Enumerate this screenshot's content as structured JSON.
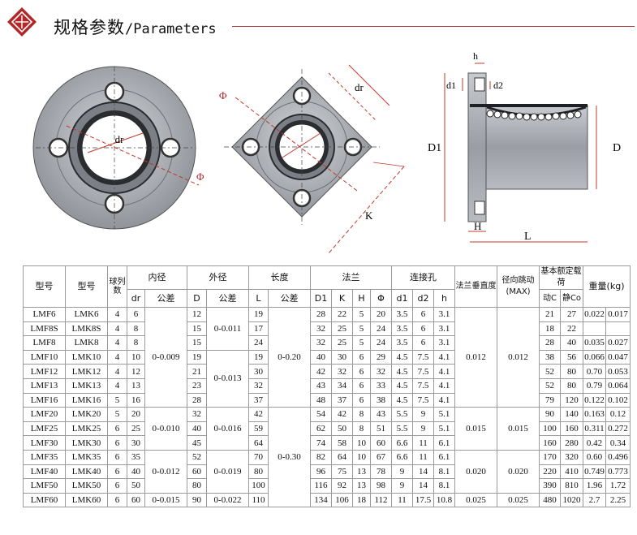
{
  "header": {
    "title_cn": "规格参数",
    "title_en": "/Parameters"
  },
  "diagram_labels": {
    "round": {
      "dr": "dr",
      "phi": "Φ"
    },
    "square": {
      "phi": "Φ",
      "dr": "dr",
      "k": "K"
    },
    "side": {
      "h": "h",
      "d1": "d1",
      "d2": "d2",
      "D1": "D1",
      "D": "D",
      "H": "H",
      "L": "L"
    }
  },
  "table": {
    "header_row1": {
      "model1": "型号",
      "model2": "型号",
      "balls": "球列数",
      "inner": "内径",
      "outer": "外径",
      "length": "长度",
      "flange": "法兰",
      "holes": "连接孔",
      "perp": "法兰垂直度",
      "runout": "径向跳动(MAX)",
      "load": "基本额定载荷",
      "weight": "重量(kg)"
    },
    "header_row2": {
      "dr": "dr",
      "dr_tol": "公差",
      "D": "D",
      "D_tol": "公差",
      "L": "L",
      "L_tol": "公差",
      "D1": "D1",
      "K": "K",
      "H": "H",
      "phi": "Φ",
      "d1": "d1",
      "d2": "d2",
      "h": "h",
      "dyn": "动C",
      "stat": "静Co"
    },
    "rows": [
      {
        "lmf": "LMF6",
        "lmk": "LMK6",
        "n": "4",
        "dr": "6",
        "D": "12",
        "L": "19",
        "D1": "28",
        "K": "22",
        "H": "5",
        "phi": "20",
        "d1": "3.5",
        "d2": "6",
        "h": "3.1",
        "c": "21",
        "co": "27",
        "w1": "0.022",
        "w2": "0.017"
      },
      {
        "lmf": "LMF8S",
        "lmk": "LMK8S",
        "n": "4",
        "dr": "8",
        "D": "15",
        "L": "17",
        "D1": "32",
        "K": "25",
        "H": "5",
        "phi": "24",
        "d1": "3.5",
        "d2": "6",
        "h": "3.1",
        "c": "18",
        "co": "22",
        "w1": "",
        "w2": ""
      },
      {
        "lmf": "LMF8",
        "lmk": "LMK8",
        "n": "4",
        "dr": "8",
        "D": "15",
        "L": "24",
        "D1": "32",
        "K": "25",
        "H": "5",
        "phi": "24",
        "d1": "3.5",
        "d2": "6",
        "h": "3.1",
        "c": "28",
        "co": "40",
        "w1": "0.035",
        "w2": "0.027"
      },
      {
        "lmf": "LMF10",
        "lmk": "LMK10",
        "n": "4",
        "dr": "10",
        "D": "19",
        "L": "19",
        "D1": "40",
        "K": "30",
        "H": "6",
        "phi": "29",
        "d1": "4.5",
        "d2": "7.5",
        "h": "4.1",
        "c": "38",
        "co": "56",
        "w1": "0.066",
        "w2": "0.047"
      },
      {
        "lmf": "LMF12",
        "lmk": "LMK12",
        "n": "4",
        "dr": "12",
        "D": "21",
        "L": "30",
        "D1": "42",
        "K": "32",
        "H": "6",
        "phi": "32",
        "d1": "4.5",
        "d2": "7.5",
        "h": "4.1",
        "c": "52",
        "co": "80",
        "w1": "0.70",
        "w2": "0.053"
      },
      {
        "lmf": "LMF13",
        "lmk": "LMK13",
        "n": "4",
        "dr": "13",
        "D": "23",
        "L": "32",
        "D1": "43",
        "K": "34",
        "H": "6",
        "phi": "33",
        "d1": "4.5",
        "d2": "7.5",
        "h": "4.1",
        "c": "52",
        "co": "80",
        "w1": "0.79",
        "w2": "0.064"
      },
      {
        "lmf": "LMF16",
        "lmk": "LMK16",
        "n": "5",
        "dr": "16",
        "D": "28",
        "L": "37",
        "D1": "48",
        "K": "37",
        "H": "6",
        "phi": "38",
        "d1": "4.5",
        "d2": "7.5",
        "h": "4.1",
        "c": "79",
        "co": "120",
        "w1": "0.122",
        "w2": "0.102"
      },
      {
        "lmf": "LMF20",
        "lmk": "LMK20",
        "n": "5",
        "dr": "20",
        "D": "32",
        "L": "42",
        "D1": "54",
        "K": "42",
        "H": "8",
        "phi": "43",
        "d1": "5.5",
        "d2": "9",
        "h": "5.1",
        "c": "90",
        "co": "140",
        "w1": "0.163",
        "w2": "0.12"
      },
      {
        "lmf": "LMF25",
        "lmk": "LMK25",
        "n": "6",
        "dr": "25",
        "D": "40",
        "L": "59",
        "D1": "62",
        "K": "50",
        "H": "8",
        "phi": "51",
        "d1": "5.5",
        "d2": "9",
        "h": "5.1",
        "c": "100",
        "co": "160",
        "w1": "0.311",
        "w2": "0.272"
      },
      {
        "lmf": "LMF30",
        "lmk": "LMK30",
        "n": "6",
        "dr": "30",
        "D": "45",
        "L": "64",
        "D1": "74",
        "K": "58",
        "H": "10",
        "phi": "60",
        "d1": "6.6",
        "d2": "11",
        "h": "6.1",
        "c": "160",
        "co": "280",
        "w1": "0.42",
        "w2": "0.34"
      },
      {
        "lmf": "LMF35",
        "lmk": "LMK35",
        "n": "6",
        "dr": "35",
        "D": "52",
        "L": "70",
        "D1": "82",
        "K": "64",
        "H": "10",
        "phi": "67",
        "d1": "6.6",
        "d2": "11",
        "h": "6.1",
        "c": "170",
        "co": "320",
        "w1": "0.60",
        "w2": "0.496"
      },
      {
        "lmf": "LMF40",
        "lmk": "LMK40",
        "n": "6",
        "dr": "40",
        "D": "60",
        "L": "80",
        "D1": "96",
        "K": "75",
        "H": "13",
        "phi": "78",
        "d1": "9",
        "d2": "14",
        "h": "8.1",
        "c": "220",
        "co": "410",
        "w1": "0.749",
        "w2": "0.773"
      },
      {
        "lmf": "LMF50",
        "lmk": "LMK50",
        "n": "6",
        "dr": "50",
        "D": "80",
        "L": "100",
        "D1": "116",
        "K": "92",
        "H": "13",
        "phi": "98",
        "d1": "9",
        "d2": "14",
        "h": "8.1",
        "c": "390",
        "co": "810",
        "w1": "1.96",
        "w2": "1.72"
      },
      {
        "lmf": "LMF60",
        "lmk": "LMK60",
        "n": "6",
        "dr": "60",
        "D": "90",
        "L": "110",
        "D1": "134",
        "K": "106",
        "H": "18",
        "phi": "112",
        "d1": "11",
        "d2": "17.5",
        "h": "10.8",
        "c": "480",
        "co": "1020",
        "w1": "2.7",
        "w2": "2.25"
      }
    ],
    "merged": {
      "dr_tol": [
        "0-0.009",
        "0-0.010",
        "0-0.012",
        "0-0.015"
      ],
      "D_tol": [
        "0-0.011",
        "0-0.013",
        "0-0.016",
        "0-0.019",
        "0-0.022"
      ],
      "L_tol": [
        "0-0.20",
        "0-0.30"
      ],
      "perp": [
        "0.012",
        "0.015",
        "0.020",
        "0.025"
      ],
      "runout": [
        "0.012",
        "0.015",
        "0.020",
        "0.025"
      ]
    }
  },
  "colors": {
    "accent": "#b0282a",
    "dim_line": "#c0392b",
    "part_gray": "#9a9ea4",
    "part_dark": "#2a2c30"
  }
}
